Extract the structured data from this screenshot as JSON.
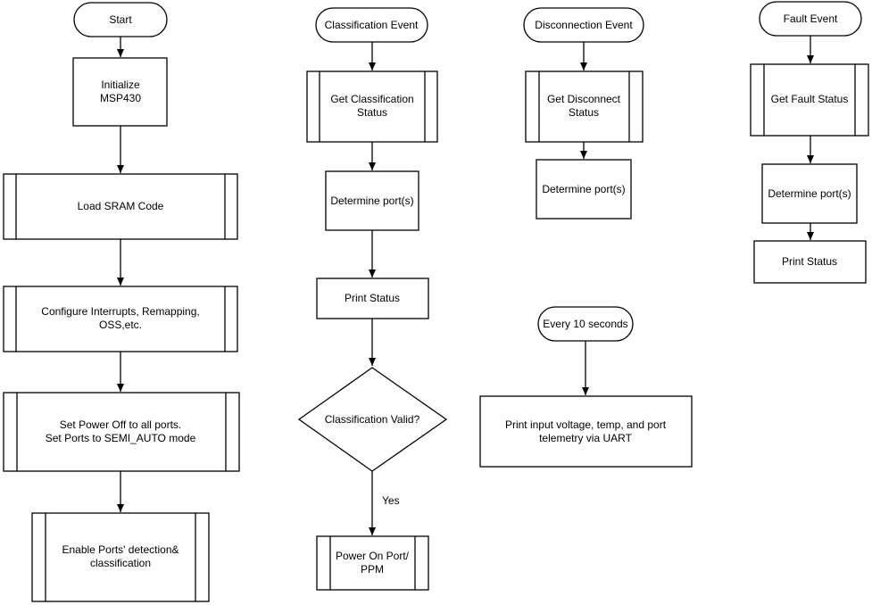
{
  "columns": {
    "main": {
      "start": "Start",
      "init": [
        "Initialize",
        "MSP430"
      ],
      "load_sram": "Load SRAM Code",
      "configure": [
        "Configure Interrupts, Remapping,",
        "OSS,etc."
      ],
      "set_power": [
        "Set Power Off to all ports.",
        "Set Ports to SEMI_AUTO mode"
      ],
      "enable_ports": [
        "Enable Ports' detection&",
        "classification"
      ]
    },
    "classification": {
      "event": "Classification Event",
      "get_status": [
        "Get Classification",
        "Status"
      ],
      "determine": "Determine port(s)",
      "print": "Print Status",
      "decision": "Classification Valid?",
      "yes_label": "Yes",
      "power_on": [
        "Power On Port/",
        "PPM"
      ]
    },
    "disconnection": {
      "event": "Disconnection Event",
      "get_status": [
        "Get Disconnect",
        "Status"
      ],
      "determine": "Determine port(s)"
    },
    "fault": {
      "event": "Fault Event",
      "get_status": "Get Fault Status",
      "determine": "Determine port(s)",
      "print": "Print Status"
    },
    "periodic": {
      "event": "Every 10 seconds",
      "telemetry": [
        "Print input voltage, temp, and port",
        "telemetry via UART"
      ]
    }
  }
}
